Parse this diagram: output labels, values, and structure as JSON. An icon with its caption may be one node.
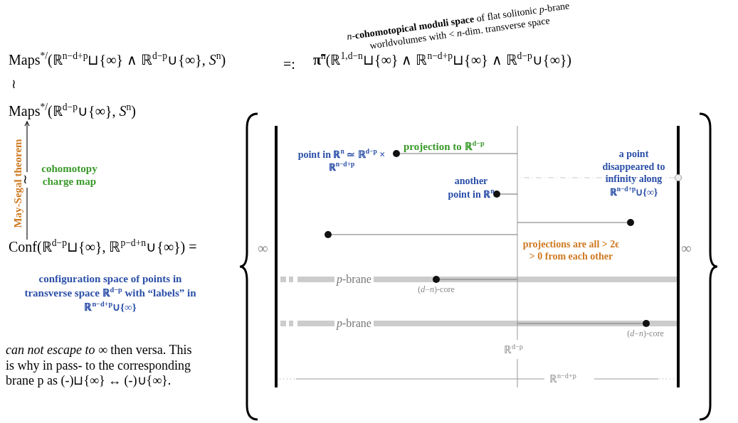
{
  "diagram": {
    "nodes": [
      {
        "text": [
          "Maps$^{*/}$(ℝ$^{n−d+p}$⊔{∞} ∧ ℝ$^{d−p}$∪{∞}, *S*$^{n}$)"
        ]
      },
      {
        "text": [
          "**π̃**$^{n}$(ℝ$^{1,d−n}$⊔{∞} ∧ ℝ$^{n−d+p}$⊔{∞} ∧ ℝ$^{d−p}$∪{∞})"
        ]
      },
      {
        "text": [
          "Maps$^{*/}$(ℝ$^{d−p}$∪{∞}, *S*$^{n}$)"
        ]
      },
      {
        "text": [
          "Conf(ℝ$^{d−p}$⊔{∞}, ℝ$^{p−d+n}$∪{∞}) ="
        ],
        "beside": [
          "configuration space of points in transverse space ℝ$^{d−p}$ with “labels” in ℝ$^{n−d+p}$∪{∞}"
        ]
      },
      {
        "text": [],
        "shape": "circle",
        "beside": [
          "point in ℝ$^{n}$ ≃ ℝ$^{d−p}$ × ℝ$^{n−d+p}$"
        ]
      },
      {
        "text": [],
        "shape": "circle",
        "beside": [
          "a point disappeared to infinity along ℝ$^{n−d+p}$∪{∞}"
        ]
      },
      {
        "text": [],
        "shape": "circle",
        "beside": [
          "another point in ℝ$^{n}$"
        ]
      },
      {
        "text": [],
        "shape": "circle"
      },
      {
        "text": [],
        "shape": "circle"
      },
      {
        "text": [
          "*p*-brane"
        ]
      },
      {
        "text": [],
        "shape": "circle",
        "in": 9,
        "beside": [
          "(*d*−*n*)-core"
        ]
      },
      {
        "text": [
          "*p*-brane"
        ]
      },
      {
        "text": [],
        "shape": "circle",
        "in": 11,
        "beside": [
          "(*d*−*n*)-core"
        ]
      }
    ],
    "edges": [
      {
        "from": 3,
        "to": 2,
        "arrow": "to",
        "label": "≀",
        "color": "#000000"
      },
      {
        "from": 4,
        "to": null,
        "arrow": "none",
        "label": "projection to ℝ$^{d−p}$"
      },
      {
        "from": 5,
        "to": null,
        "arrow": "none",
        "style": "dashed",
        "color": "#cccccc"
      },
      {
        "from": 6,
        "to": null,
        "arrow": "none"
      },
      {
        "from": 7,
        "to": null,
        "arrow": "none"
      },
      {
        "from": 8,
        "to": null,
        "arrow": "none"
      },
      {
        "from": 10,
        "to": null,
        "arrow": "none"
      },
      {
        "from": 12,
        "to": null,
        "arrow": "none"
      }
    ],
    "labels": [
      "=:",
      "*n*-**cohomotopical moduli space** of flat solitonic *p*-brane worldvolumes with < *n*-dim. transverse space",
      "≀",
      "May-Segal theorem",
      "cohomotopy charge map",
      "projections are all > 2ϵ > 0 from each other",
      "∞",
      "∞",
      "ℝ$^{d−p}$",
      "ℝ$^{n−d+p}$",
      "*can not escape to* ∞ then versa. This is why in pass- to the corresponding brane p as (-)⊔{∞} ↔ (-)∪{∞}."
    ]
  }
}
